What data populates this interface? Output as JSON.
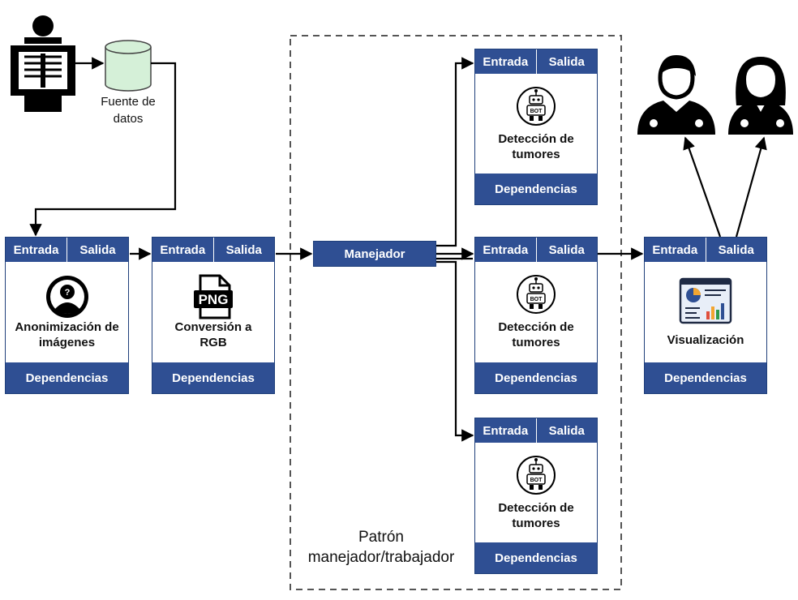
{
  "source": {
    "label_line1": "Fuente de",
    "label_line2": "datos"
  },
  "stages": [
    {
      "in": "Entrada",
      "out": "Salida",
      "title_line1": "Anonimización de",
      "title_line2": "imágenes",
      "footer": "Dependencias",
      "icon": "anonymous-user-icon"
    },
    {
      "in": "Entrada",
      "out": "Salida",
      "title_line1": "Conversión a",
      "title_line2": "RGB",
      "footer": "Dependencias",
      "icon": "png-file-icon",
      "icon_text": "PNG"
    },
    {
      "in": "Entrada",
      "out": "Salida",
      "title_line1": "Detección de",
      "title_line2": "tumores",
      "footer": "Dependencias",
      "icon": "bot-icon",
      "icon_text": "BOT"
    },
    {
      "in": "Entrada",
      "out": "Salida",
      "title_line1": "Detección de",
      "title_line2": "tumores",
      "footer": "Dependencias",
      "icon": "bot-icon",
      "icon_text": "BOT"
    },
    {
      "in": "Entrada",
      "out": "Salida",
      "title_line1": "Detección de",
      "title_line2": "tumores",
      "footer": "Dependencias",
      "icon": "bot-icon",
      "icon_text": "BOT"
    },
    {
      "in": "Entrada",
      "out": "Salida",
      "title_line1": "Visualización",
      "title_line2": "",
      "footer": "Dependencias",
      "icon": "dashboard-icon"
    }
  ],
  "manager": {
    "label": "Manejador"
  },
  "pattern": {
    "line1": "Patrón",
    "line2": "manejador/trabajador"
  },
  "colors": {
    "header": "#2f4f93",
    "border": "#1f3f7a",
    "database": "#d5f0d8",
    "arrow": "#000000"
  },
  "icons": [
    "x-ray-patient-icon",
    "database-icon",
    "doctor-male-icon",
    "doctor-female-icon"
  ]
}
